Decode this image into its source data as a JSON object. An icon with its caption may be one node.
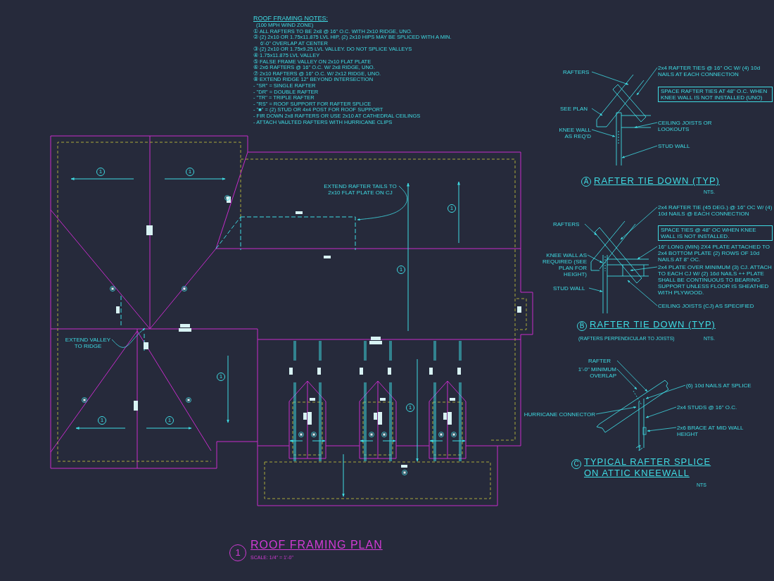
{
  "diagram": {
    "nodes": [
      {
        "text": [
          "RAFTERS"
        ]
      },
      {
        "text": [
          "SEE PLAN"
        ]
      },
      {
        "text": [
          "KNEE WALL AS REQ'D"
        ]
      },
      {
        "text": [
          "2x4 RAFTER TIES @ 16\" OC W/ (4) 10d NAILS AT EACH CONNECTION"
        ]
      },
      {
        "text": [
          "SPACE RAFTER TIES AT 48\" O.C. WHEN KNEE WALL IS NOT INSTALLED (UNO)"
        ]
      },
      {
        "text": [
          "CEILING JOISTS OR LOOKOUTS"
        ]
      },
      {
        "text": [
          "STUD WALL"
        ]
      },
      {
        "text": [
          "A"
        ],
        "beside": [
          "RAFTER TIE DOWN (TYP)"
        ]
      },
      {
        "text": [
          "RAFTERS"
        ]
      },
      {
        "text": [
          "2x4 RAFTER TIE (45 DEG.) @ 16\" OC W/ (4) 10d NAILS @ EACH CONNECTION"
        ]
      },
      {
        "text": [
          "SPACE TIES @ 48\" OC WHEN KNEE WALL IS NOT INSTALLED."
        ]
      },
      {
        "text": [
          "KNEE WALL AS REQUIRED (SEE PLAN FOR HEIGHT)"
        ]
      },
      {
        "text": [
          "16\" LONG (MIN) 2X4 PLATE ATTACHED TO 2x4 BOTTOM PLATE (2) ROWS OF 10d NAILS AT 8\" OC."
        ]
      },
      {
        "text": [
          "2x4 PLATE OVER MINIMUM (3) CJ. ATTACH TO EACH CJ W/ (2) 16d NAILS ++ PLATE SHALL BE CONTINUOUS TO BEARING SUPPORT UNLESS FLOOR IS SHEATHED WITH PLYWOOD."
        ]
      },
      {
        "text": [
          "STUD WALL"
        ]
      },
      {
        "text": [
          "CEILING JOISTS (CJ) AS SPECIFIED"
        ]
      },
      {
        "text": [
          "B"
        ],
        "beside": [
          "RAFTER TIE DOWN (TYP)"
        ]
      },
      {
        "text": [
          "RAFTER"
        ]
      },
      {
        "text": [
          "1'-0\" MINIMUM OVERLAP"
        ]
      },
      {
        "text": [
          "HURRICANE CONNECTOR"
        ]
      },
      {
        "text": [
          "(6) 10d NAILS AT SPLICE"
        ]
      },
      {
        "text": [
          "2x4 STUDS @ 16\" O.C."
        ]
      },
      {
        "text": [
          "2x6 BRACE AT MID WALL HEIGHT"
        ]
      },
      {
        "text": [
          "C"
        ],
        "beside": [
          "TYPICAL RAFTER SPLICE ON ATTIC KNEEWALL"
        ]
      },
      {
        "text": [
          "EXTEND RAFTER TAILS TO 2x10 FLAT PLATE ON CJ"
        ]
      },
      {
        "text": [
          "EXTEND VALLEY TO RIDGE"
        ]
      },
      {
        "text": [
          "1"
        ],
        "beside": [
          "ROOF FRAMING PLAN",
          "SCALE: 1/4\" = 1'-0\""
        ]
      }
    ],
    "edges": [
      {
        "from": 0,
        "to": null,
        "arrow": "to"
      },
      {
        "from": 1,
        "to": null,
        "arrow": "to"
      },
      {
        "from": 2,
        "to": null,
        "arrow": "to"
      },
      {
        "from": 3,
        "to": null,
        "arrow": "to"
      },
      {
        "from": 5,
        "to": null,
        "arrow": "to"
      },
      {
        "from": 6,
        "to": null,
        "arrow": "to"
      },
      {
        "from": 8,
        "to": null,
        "arrow": "to"
      },
      {
        "from": 9,
        "to": null,
        "arrow": "to"
      },
      {
        "from": 11,
        "to": null,
        "arrow": "to"
      },
      {
        "from": 12,
        "to": null,
        "arrow": "to"
      },
      {
        "from": 13,
        "to": null,
        "arrow": "to"
      },
      {
        "from": 14,
        "to": null,
        "arrow": "to"
      },
      {
        "from": 15,
        "to": null,
        "arrow": "to"
      },
      {
        "from": 17,
        "to": null,
        "arrow": "to"
      },
      {
        "from": 18,
        "to": null,
        "arrow": "to"
      },
      {
        "from": 19,
        "to": null,
        "arrow": "to"
      },
      {
        "from": 20,
        "to": null,
        "arrow": "to"
      },
      {
        "from": 21,
        "to": null,
        "arrow": "to"
      },
      {
        "from": 22,
        "to": null,
        "arrow": "to"
      },
      {
        "from": 24,
        "to": null,
        "arrow": "to"
      },
      {
        "from": 25,
        "to": null,
        "arrow": "to"
      }
    ],
    "labels": [
      "ROOF FRAMING NOTES:",
      "(100 MPH WIND ZONE)",
      "① ALL RAFTERS TO BE 2x8 @ 16\" O.C. WITH 2x10 RIDGE, UNO.",
      "② (2) 2x10 OR 1.75x11.875 LVL HIP, (2) 2x10 HIPS MAY BE SPLICED WITH A MIN. 6'-0\" OVERLAP AT CENTER",
      "③ (2) 2x10 OR 1.75x9.25 LVL VALLEY. DO NOT SPLICE VALLEYS",
      "④ 1.75x11.875 LVL VALLEY",
      "⑤ FALSE FRAME VALLEY ON 2x10 FLAT PLATE",
      "⑥ 2x6 RAFTERS @ 16\" O.C. W/ 2x8 RIDGE, UNO.",
      "⑦ 2x10 RAFTERS @ 16\" O.C. W/ 2x12 RIDGE, UNO.",
      "⑧ EXTEND RIDGE 12\" BEYOND INTERSECTION",
      "- \"SR\" = SINGLE RAFTER",
      "- \"DR\" = DOUBLE RAFTER",
      "- \"TR\" = TRIPLE RAFTER",
      "- \"RS\" = ROOF SUPPORT FOR RAFTER SPLICE",
      "- \"■\" = (2) STUD OR 4x4 POST FOR ROOF SUPPORT",
      "- FIR DOWN 2x8 RAFTERS OR USE 2x10 AT CATHEDRAL CEILINGS",
      "- ATTACH VAULTED RAFTERS WITH HURRICANE CLIPS",
      "1",
      "1",
      "1",
      "1",
      "NTS.",
      "1",
      "(RAFTERS PERPENDICULAR TO JOISTS)",
      "NTS.",
      "1",
      "1",
      "1",
      "NTS"
    ]
  }
}
